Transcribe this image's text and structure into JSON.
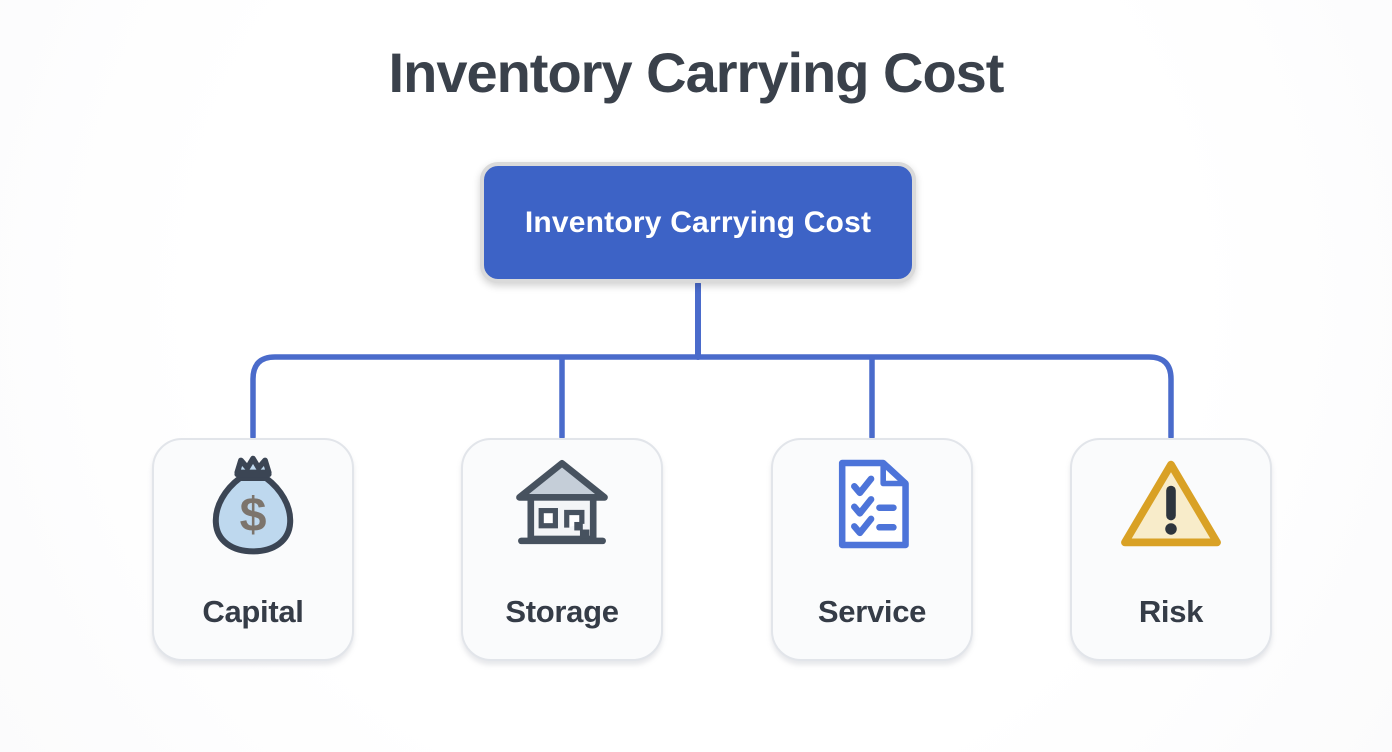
{
  "title": "Inventory Carrying Cost",
  "root_node": {
    "label": "Inventory Carrying Cost",
    "fill_color": "#3d63c6",
    "border_color": "#dadada",
    "text_color": "#ffffff"
  },
  "connector": {
    "color": "#4a6bcb"
  },
  "children": [
    {
      "id": "capital",
      "label": "Capital",
      "icon": "money-bag-icon"
    },
    {
      "id": "storage",
      "label": "Storage",
      "icon": "warehouse-icon"
    },
    {
      "id": "service",
      "label": "Service",
      "icon": "checklist-icon"
    },
    {
      "id": "risk",
      "label": "Risk",
      "icon": "warning-triangle-icon"
    }
  ],
  "colors": {
    "background": "#fdfdfd",
    "title_text": "#3a414b",
    "label_text": "#353c47",
    "card_background": "#fafbfc",
    "card_border": "#e2e5ea",
    "money_bag_fill": "#bed8ee",
    "money_bag_outline": "#3b4554",
    "dollar_sign": "#7c746c",
    "warehouse_outline": "#47525f",
    "warehouse_roof_fill": "#c5ced8",
    "checklist_blue": "#4d74d9",
    "warning_outline": "#d9a125",
    "warning_fill": "#f8ecca",
    "warning_exclamation": "#2e353d"
  }
}
